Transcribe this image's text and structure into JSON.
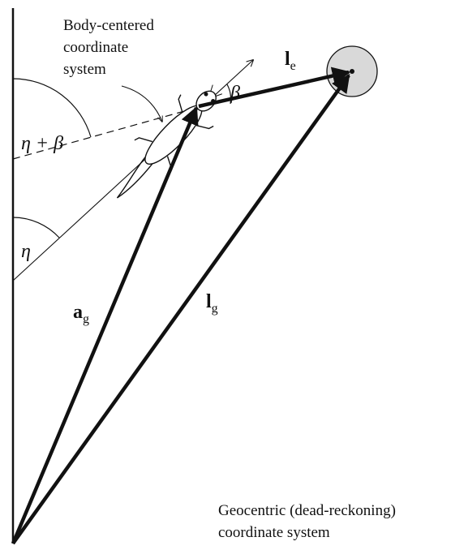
{
  "labels": {
    "body_frame": [
      "Body-centered",
      "coordinate",
      "system"
    ],
    "geo_frame": [
      "Geocentric (dead-reckoning)",
      "coordinate system"
    ]
  },
  "angles": {
    "eta": "η",
    "eta_plus_beta": "η + β",
    "beta": "β"
  },
  "vectors": {
    "a_g": {
      "symbol": "a",
      "subscript": "g"
    },
    "l_g": {
      "symbol": "l",
      "subscript": "g"
    },
    "l_e": {
      "symbol": "l",
      "subscript": "e"
    }
  },
  "colors": {
    "ink": "#111111",
    "target_fill": "#d9d9d9"
  }
}
